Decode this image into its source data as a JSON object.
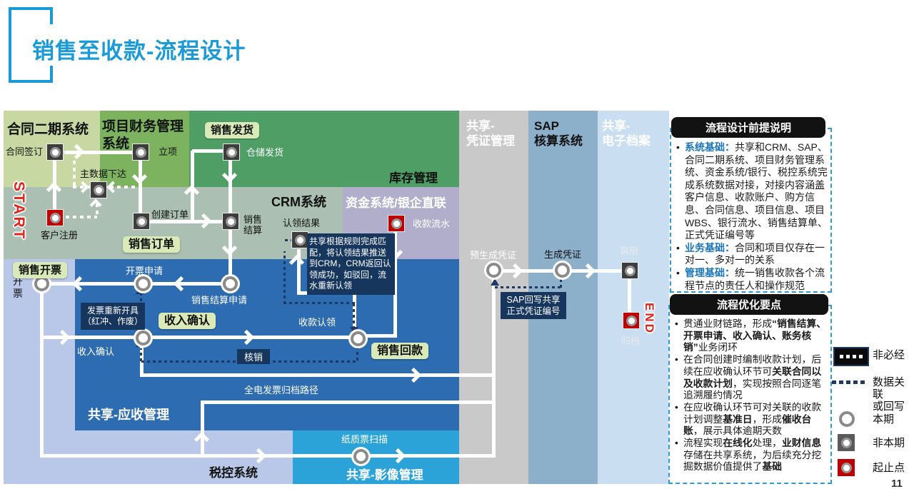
{
  "title": "销售至收款-流程设计",
  "zones": {
    "contract_sys": "合同二期系统",
    "project_fin_sys": "项目财务管理\n系统",
    "inventory": "库存管理",
    "crm": "CRM系统",
    "treasury": "资金系统/银企直联",
    "voucher_lane": "共享-\n凭证管理",
    "sap_lane": "SAP\n核算系统",
    "earchive_lane": "共享-\n电子档案",
    "receivable": "共享-应收管理",
    "tax": "税控系统",
    "imaging": "共享-影像管理"
  },
  "badges": {
    "sales_shipping": "销售发货",
    "sales_order": "销售订单",
    "sales_invoicing": "销售开票",
    "revenue_confirm": "收入确认",
    "sales_collection": "销售回款"
  },
  "markers": {
    "start": "START",
    "end": "END"
  },
  "nodes": {
    "contract_sign": "合同签订",
    "project_setup": "立项",
    "master_data": "主数据下达",
    "customer_reg": "客户注册",
    "create_order": "创建订单",
    "sales_settlement": "销售\n结算",
    "warehouse_shipping": "仓储发货",
    "claim_result": "认领结果",
    "payment_flow": "收款流水",
    "invoicing": "开\n票",
    "invoice_apply": "开票申请",
    "settlement_apply": "销售结算申请",
    "revenue_confirm": "收入确认",
    "payment_claim": "收款认领",
    "paper_scan": "纸质票扫描",
    "pre_voucher": "预生成凭证",
    "gen_voucher": "生成凭证",
    "binding": "装册",
    "archive": "归档",
    "epath": "全电发票归档路径"
  },
  "callouts": {
    "reinvoice": "发票重新开具\n（红冲、作废）",
    "writeoff": "核销",
    "crm_match": "共享根据规则完成匹配，将认领结果推送到CRM，CRM返回认领成功，如驳回，流水重新认领",
    "sap_writeback": "SAP回写共享\n正式凭证编号"
  },
  "panel_prereq": {
    "header": "流程设计前提说明",
    "bullets": [
      {
        "lead": "系统基础：",
        "text": "共享和CRM、SAP、合同二期系统、项目财务管理系统、资金系统/银行、税控系统完成系统数据对接，对接内容涵盖客户信息、收款账户、购方信息、合同信息、项目信息、项目WBS、银行流水、销售结算单、正式凭证编号等"
      },
      {
        "lead": "业务基础：",
        "text": "合同和项目仅存在一对一、多对一的关系"
      },
      {
        "lead": "管理基础：",
        "text": "统一销售收款各个流程节点的责任人和操作规范"
      }
    ]
  },
  "panel_optimize": {
    "header": "流程优化要点",
    "bullets": [
      [
        {
          "t": "贯通业财链路，形成"
        },
        {
          "t": "“销售结算、开票申请、收入确认、账务核销”",
          "b": true
        },
        {
          "t": "业务闭环"
        }
      ],
      [
        {
          "t": "在合同创建时编制收款计划，后续在应收确认环节可"
        },
        {
          "t": "关联合同以及收款计划",
          "b": true
        },
        {
          "t": "，实现按照合同逐笔追溯履约情况"
        }
      ],
      [
        {
          "t": "在应收确认环节可对关联的收款计划调整"
        },
        {
          "t": "基准日",
          "b": true
        },
        {
          "t": "，形成"
        },
        {
          "t": "催收台账",
          "b": true
        },
        {
          "t": "，展示具体逾期天数"
        }
      ],
      [
        {
          "t": "流程实现"
        },
        {
          "t": "在线化",
          "b": true
        },
        {
          "t": "处理，"
        },
        {
          "t": "业财信息",
          "b": true
        },
        {
          "t": "存储在共享系统，为后续充分挖掘数据价值提供了"
        },
        {
          "t": "基础",
          "b": true
        }
      ]
    ]
  },
  "legend": {
    "optional": "非必经",
    "data_link": "数据关联\n或回写",
    "current": "本期",
    "non_current": "非本期",
    "endpoint": "起止点"
  },
  "page_number": "11",
  "colors": {
    "accent_blue": "#1a9bd7",
    "light_green": "#c7d8a3",
    "medium_green": "#7db35e",
    "big_green": "#4f9e66",
    "gray_green": "#abbfb2",
    "lavender": "#b1aecb",
    "dark_blue": "#2e6cb2",
    "periwinkle": "#b9c8e8",
    "cyan": "#2ba3d9",
    "gray_lane": "#c9c9c9",
    "steel_lane": "#8cafca",
    "light_lane": "#cadef2",
    "navy": "#17365d",
    "badge_green": "#d9eab8",
    "endpoint_red": "#c00000",
    "panel_lead_blue": "#1b75bc"
  }
}
